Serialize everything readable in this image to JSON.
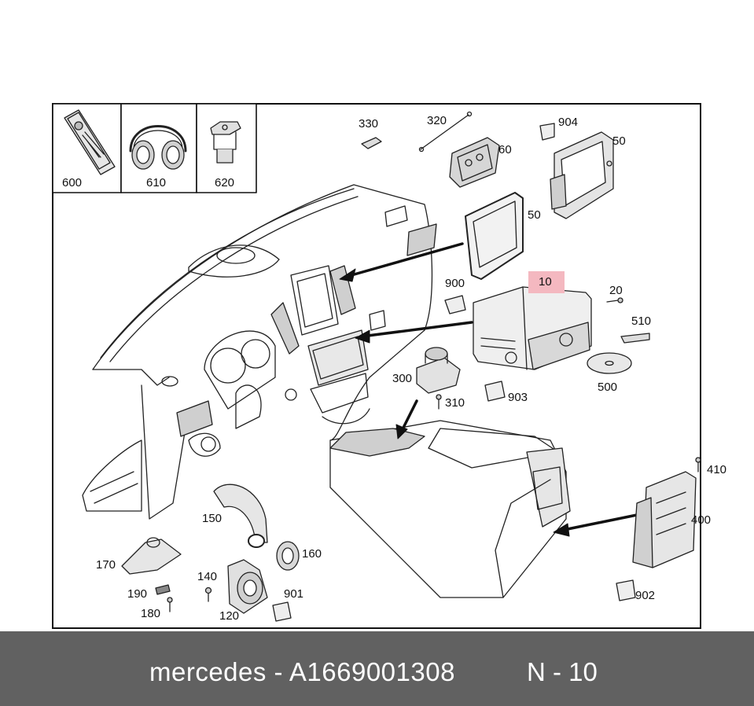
{
  "parts": [
    {
      "id": "p600",
      "label": "600",
      "name": "remote-control"
    },
    {
      "id": "p610",
      "label": "610",
      "name": "headphones"
    },
    {
      "id": "p620",
      "label": "620",
      "name": "connector"
    },
    {
      "id": "p330",
      "label": "330"
    },
    {
      "id": "p320",
      "label": "320"
    },
    {
      "id": "p60",
      "label": "60"
    },
    {
      "id": "p904",
      "label": "904"
    },
    {
      "id": "p50a",
      "label": "50"
    },
    {
      "id": "p50b",
      "label": "50"
    },
    {
      "id": "p10",
      "label": "10",
      "highlight_color": "#f4b8c0"
    },
    {
      "id": "p900",
      "label": "900"
    },
    {
      "id": "p20",
      "label": "20"
    },
    {
      "id": "p510",
      "label": "510"
    },
    {
      "id": "p500",
      "label": "500"
    },
    {
      "id": "p300",
      "label": "300"
    },
    {
      "id": "p903",
      "label": "903"
    },
    {
      "id": "p310",
      "label": "310"
    },
    {
      "id": "p410",
      "label": "410"
    },
    {
      "id": "p400",
      "label": "400"
    },
    {
      "id": "p902",
      "label": "902"
    },
    {
      "id": "p150",
      "label": "150"
    },
    {
      "id": "p160",
      "label": "160"
    },
    {
      "id": "p170",
      "label": "170"
    },
    {
      "id": "p140",
      "label": "140"
    },
    {
      "id": "p190",
      "label": "190"
    },
    {
      "id": "p180",
      "label": "180"
    },
    {
      "id": "p120",
      "label": "120"
    },
    {
      "id": "p901",
      "label": "901"
    }
  ],
  "footer": {
    "brand": "mercedes - A1669001308",
    "ref": "N - 10",
    "bg_color": "#616161",
    "text_color": "#ffffff"
  }
}
